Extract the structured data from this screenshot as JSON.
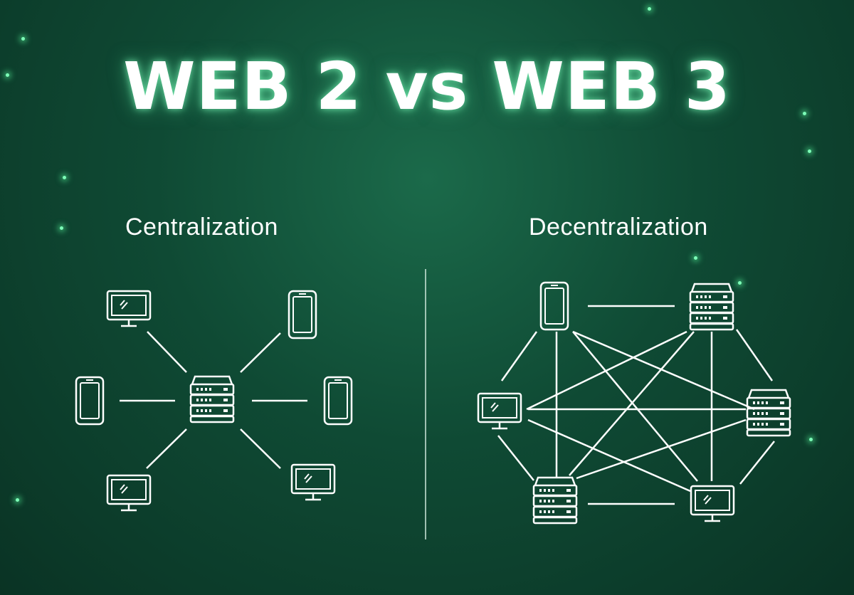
{
  "title": "WEB 2 vs WEB 3",
  "left": {
    "label": "Centralization",
    "center": "server-icon",
    "nodes": [
      "monitor-icon",
      "phone-icon",
      "phone-icon",
      "phone-icon",
      "monitor-icon",
      "monitor-icon"
    ]
  },
  "right": {
    "label": "Decentralization",
    "nodes": [
      "phone-icon",
      "server-icon",
      "monitor-icon",
      "server-icon",
      "server-icon",
      "monitor-icon"
    ]
  },
  "colors": {
    "background": "#0f4a34",
    "glow": "#7dffb8",
    "line": "#ffffff"
  }
}
